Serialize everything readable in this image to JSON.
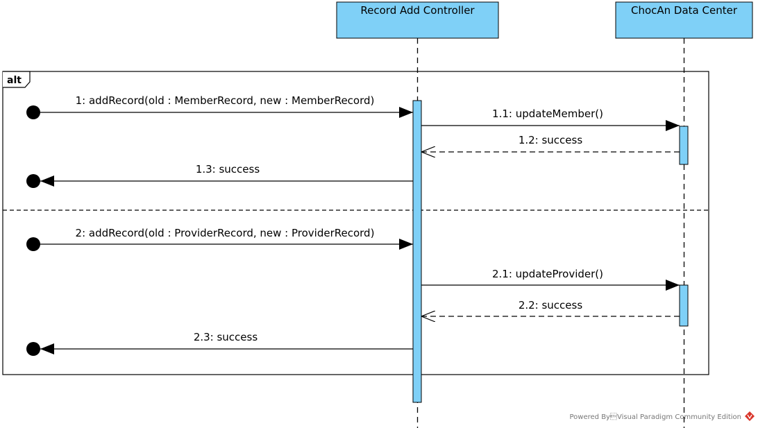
{
  "lifelines": [
    {
      "name": "Record Add Controller"
    },
    {
      "name": "ChocAn Data Center"
    }
  ],
  "fragment": {
    "operator": "alt"
  },
  "messages": [
    {
      "label": "1: addRecord(old : MemberRecord, new : MemberRecord)",
      "kind": "found"
    },
    {
      "label": "1.1: updateMember()",
      "kind": "sync"
    },
    {
      "label": "1.2: success",
      "kind": "return"
    },
    {
      "label": "1.3: success",
      "kind": "lost"
    },
    {
      "label": "2: addRecord(old : ProviderRecord, new : ProviderRecord)",
      "kind": "found"
    },
    {
      "label": "2.1: updateProvider()",
      "kind": "sync"
    },
    {
      "label": "2.2: success",
      "kind": "return"
    },
    {
      "label": "2.3: success",
      "kind": "lost"
    }
  ],
  "watermark": "Powered By\u0003Visual Paradigm Community Edition",
  "colors": {
    "lifeline_fill": "#7fd0f7",
    "activation_fill": "#7fd0f7",
    "stroke": "#000000",
    "logo": "#d9362b"
  }
}
